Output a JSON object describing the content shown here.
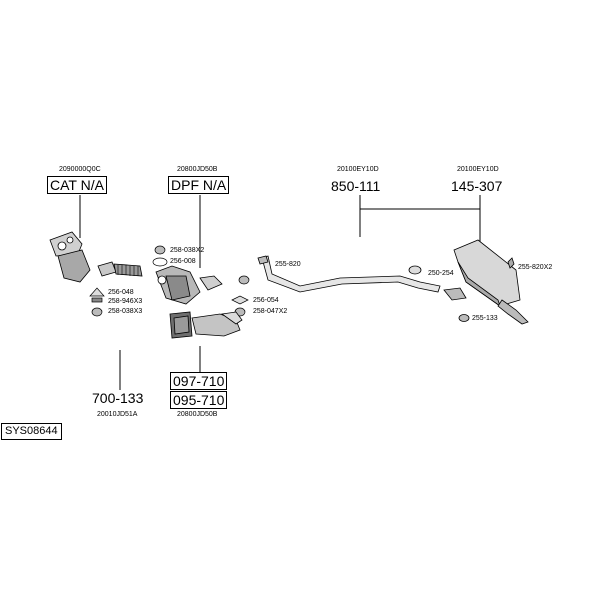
{
  "diagram_id": "SYS08644",
  "sections": {
    "cat": {
      "code": "2090000Q0C",
      "part": "CAT N/A"
    },
    "dpf": {
      "code": "20800JD50B",
      "part": "DPF N/A"
    },
    "mid": {
      "code": "20100EY10D",
      "part": "850-111"
    },
    "rear": {
      "code": "20100EY10D",
      "part": "145-307"
    },
    "front": {
      "code": "20010JD51A",
      "part": "700-133"
    },
    "dpf_lower": {
      "code": "20800JD50B",
      "parts": [
        "097-710",
        "095-710"
      ]
    }
  },
  "accessories": {
    "a1": "256-048",
    "a2": "258-946X3",
    "a3": "258-038X3",
    "b1": "258-038X2",
    "b2": "256-008",
    "c1": "256-054",
    "c2": "258-047X2",
    "d1": "255-820",
    "e1": "250-254",
    "f1": "255-820X2",
    "f2": "255-133"
  }
}
